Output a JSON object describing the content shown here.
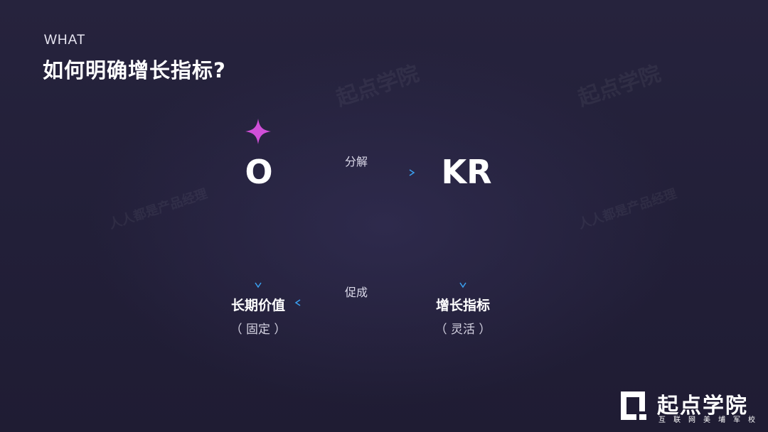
{
  "header": {
    "eyebrow": "WHAT",
    "title": "如何明确增长指标?"
  },
  "diagram": {
    "nodes": {
      "objective": {
        "letter": "O"
      },
      "key_results": {
        "letter": "KR"
      },
      "long_term_value": {
        "label": "长期价值",
        "sub": "（ 固定 ）"
      },
      "growth_metrics": {
        "label": "增长指标",
        "sub": "（ 灵活 ）"
      }
    },
    "edges": {
      "o_to_kr": {
        "label": "分解"
      },
      "metrics_to_value": {
        "label": "促成"
      }
    },
    "icons": {
      "objective_marker": "four-point-star-icon"
    },
    "colors": {
      "arrow_purple": "#7b4fd6",
      "arrow_blue": "#3aa0f0",
      "star_magenta": "#d04fd8",
      "background": "#24213b"
    }
  },
  "watermarks": [
    "起点学院",
    "人人都是产品经理",
    "起点学院",
    "人人都是产品经理"
  ],
  "brand": {
    "name": "起点学院",
    "tagline": "互联网美埔军校"
  }
}
